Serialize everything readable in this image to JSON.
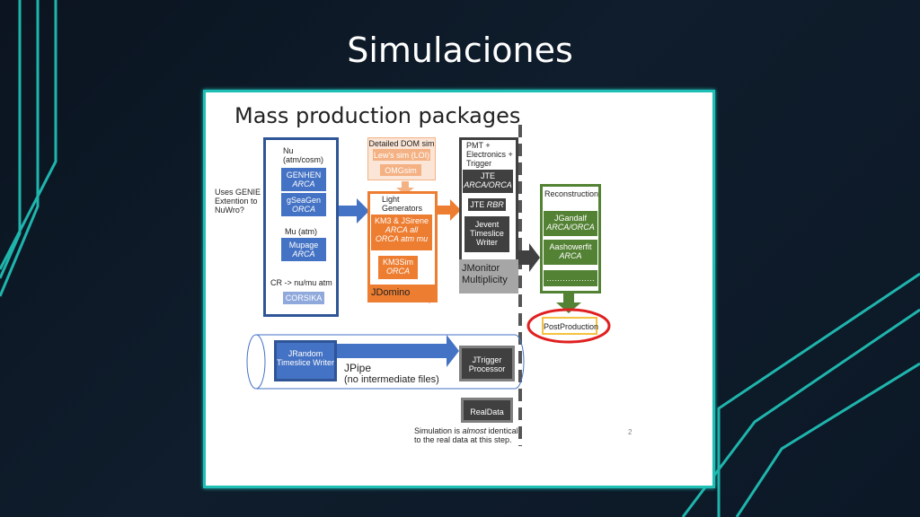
{
  "title": "Simulaciones",
  "slide": {
    "heading": "Mass production packages",
    "genie_note": "Uses GENIE Extention to NuWro?",
    "nu_group": {
      "label": "Nu (atm/cosm)",
      "items": [
        {
          "name": "GENHEN",
          "sub": "ARCA"
        },
        {
          "name": "gSeaGen",
          "sub": "ORCA"
        }
      ]
    },
    "mu_group": {
      "label": "Mu (atm)",
      "item": {
        "name": "Mupage",
        "sub": "ARCA"
      }
    },
    "cr_group": {
      "label": "CR -> nu/mu atm",
      "item": "CORSIKA"
    },
    "dom_sim": {
      "label": "Detailed DOM sim",
      "items": [
        "Lew's sim (LOI)",
        "OMGsim"
      ]
    },
    "light": {
      "label": "Light Generators",
      "item1": {
        "name": "KM3 & JSirene",
        "sub1": "ARCA all",
        "sub2": "ORCA atm mu"
      },
      "item2": {
        "name": "KM3Sim",
        "sub": "ORCA"
      },
      "footer": "JDomino"
    },
    "pmt": {
      "label": "PMT + Electronics + Trigger",
      "jte": {
        "name": "JTE",
        "sub": "ARCA/ORCA"
      },
      "jte_rbr": {
        "name": "JTE",
        "sub": "RBR"
      },
      "jevent": "Jevent Timeslice Writer",
      "footer": "JMonitor Multiplicity"
    },
    "reco": {
      "label": "Reconstruction",
      "item1": {
        "name": "JGandalf",
        "sub": "ARCA/ORCA"
      },
      "item2": {
        "name": "Aashowerfit",
        "sub": "ARCA"
      },
      "item3": "………………"
    },
    "postprod": "PostProduction",
    "pipe": {
      "writer": "JRandom Timeslice Writer",
      "label1": "JPipe",
      "label2": "(no intermediate files)",
      "processor": "JTrigger Processor"
    },
    "realdata": "RealData",
    "note": {
      "line1a": "Simulation is ",
      "line1b": "almost",
      "line1c": " identical",
      "line2": "to the real data at this step."
    },
    "page_number": "2"
  },
  "colors": {
    "accent": "#1fbfb6",
    "blue": "#4472c4",
    "orange": "#ed7d31",
    "green": "#548235",
    "dark": "#404040",
    "red": "#e02020",
    "yellow": "#f5c242"
  }
}
